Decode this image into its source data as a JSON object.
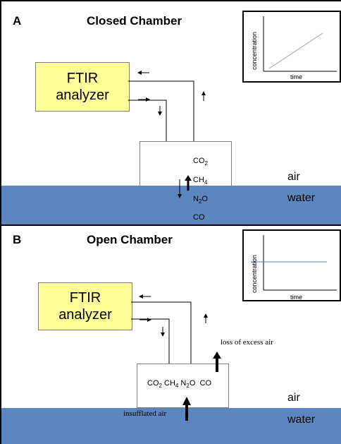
{
  "panel_a": {
    "letter": "A",
    "title": "Closed Chamber",
    "analyzer": {
      "line1": "FTIR",
      "line2": "analyzer"
    },
    "gases": [
      "CO",
      "CH",
      "N",
      "O",
      "CO"
    ],
    "gas_labels": {
      "co2": "CO",
      "co2_sub": "2",
      "ch4": "CH",
      "ch4_sub": "4",
      "n2o_a": "N",
      "n2o_sub": "2",
      "n2o_b": "O",
      "co": "CO"
    },
    "air_label": "air",
    "water_label": "water",
    "inset": {
      "ylabel": "concentration",
      "xlabel": "time",
      "trend": "increasing"
    }
  },
  "panel_b": {
    "letter": "B",
    "title": "Open Chamber",
    "analyzer": {
      "line1": "FTIR",
      "line2": "analyzer"
    },
    "gas_labels": {
      "co2": "CO",
      "co2_sub": "2",
      "ch4": "CH",
      "ch4_sub": "4",
      "n2o_a": "N",
      "n2o_sub": "2",
      "n2o_b": "O",
      "co": "CO"
    },
    "loss_note": "loss of excess air",
    "insufflated_note": "insufflated air",
    "air_label": "air",
    "water_label": "water",
    "inset": {
      "ylabel": "concentration",
      "xlabel": "time",
      "trend": "constant"
    }
  },
  "colors": {
    "water": "#5b86c0",
    "analyzer_fill": "#ffff99",
    "inset_line_a": "#a0a0a0",
    "inset_line_b": "#4f81bd"
  }
}
